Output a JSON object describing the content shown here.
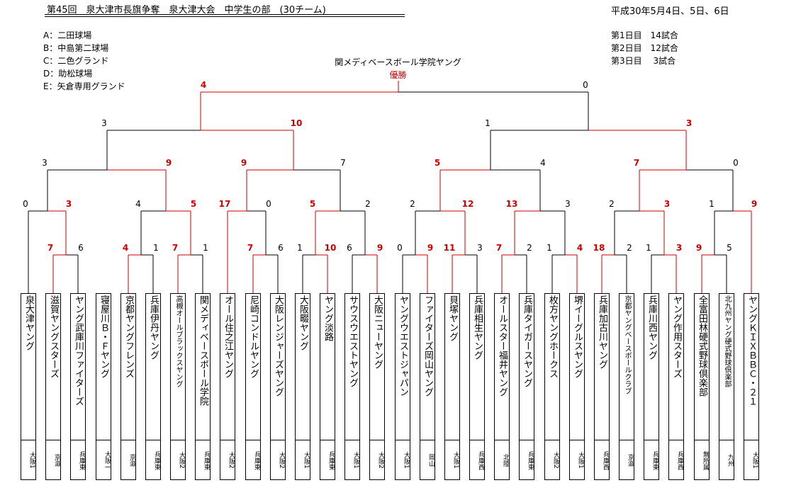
{
  "header": {
    "title": "第45回　泉大津市長旗争奪　泉大津大会　中学生の部　(30チーム)",
    "dates": "平成30年5月4日、5日、6日"
  },
  "venues": [
    "A：二田球場",
    "B：中島第二球場",
    "C：二色グランド",
    "D：助松球場",
    "E：矢倉専用グランド"
  ],
  "schedule": [
    "第1日目　14試合",
    "第2日目　12試合",
    "第3日目　 3試合"
  ],
  "champion": {
    "name": "関メディベースボール学院ヤング",
    "label": "優勝"
  },
  "teams": [
    {
      "name": "泉大津ヤング",
      "region": "大阪1"
    },
    {
      "name": "滋賀ヤングスターズ",
      "region": "京滋"
    },
    {
      "name": "ヤング武庫川ファイターズ",
      "region": "兵庫東"
    },
    {
      "name": "寝屋川Ｂ・Ｆヤング",
      "region": "大阪一"
    },
    {
      "name": "京都ヤングフレンズ",
      "region": "京滋"
    },
    {
      "name": "兵庫伊丹ヤング",
      "region": "兵庫東"
    },
    {
      "name": "高槻オールブラックスヤング",
      "region": "大阪2"
    },
    {
      "name": "関メディベースボール学院",
      "region": "兵庫東"
    },
    {
      "name": "オール住之江ヤング",
      "region": "大阪2"
    },
    {
      "name": "尼崎コンドルヤング",
      "region": "兵庫東"
    },
    {
      "name": "大阪レンジャーズヤング",
      "region": "大阪2"
    },
    {
      "name": "大阪畷ヤング",
      "region": "大阪1"
    },
    {
      "name": "ヤング淡路",
      "region": "兵庫東"
    },
    {
      "name": "サウスウエストヤング",
      "region": "大阪1"
    },
    {
      "name": "大阪ニューヤング",
      "region": "大阪2"
    },
    {
      "name": "ヤングウエストジャパン",
      "region": "大阪1"
    },
    {
      "name": "ファイターズ岡山ヤング",
      "region": "岡山"
    },
    {
      "name": "貝塚ヤング",
      "region": "大阪1"
    },
    {
      "name": "兵庫相生ヤング",
      "region": "兵庫西"
    },
    {
      "name": "オールスター福井ヤング",
      "region": "北陸"
    },
    {
      "name": "兵庫タイガースヤング",
      "region": "兵庫東"
    },
    {
      "name": "枚方ヤングホークス",
      "region": "大阪2"
    },
    {
      "name": "堺イーグルスヤング",
      "region": "大阪1"
    },
    {
      "name": "兵庫加古川ヤング",
      "region": "兵庫西"
    },
    {
      "name": "京都ヤングベースボールクラブ",
      "region": "京滋"
    },
    {
      "name": "兵庫川西ヤング",
      "region": "兵庫東"
    },
    {
      "name": "ヤング作用スターズ",
      "region": "兵庫西"
    },
    {
      "name": "全富田林硬式野球倶楽部",
      "region": "無所属"
    },
    {
      "name": "北九州ヤング硬式野球倶楽部",
      "region": "九州"
    },
    {
      "name": "ヤングＫＩＸＢＢＣ・２１",
      "region": "大阪1"
    }
  ],
  "scores": {
    "r1": [
      [
        "7",
        "6"
      ],
      [
        "4",
        "1"
      ],
      [
        "7",
        "1"
      ],
      [
        "7",
        "6"
      ],
      [
        "1",
        "10"
      ],
      [
        "6",
        "9"
      ],
      [
        "0",
        "9"
      ],
      [
        "11",
        "3"
      ],
      [
        "7",
        "2"
      ],
      [
        "1",
        "4"
      ],
      [
        "18",
        "2"
      ],
      [
        "1",
        "3"
      ],
      [
        "9",
        "5"
      ]
    ],
    "r2": [
      [
        "0",
        "3"
      ],
      [
        "4",
        "5"
      ],
      [
        "17",
        "0"
      ],
      [
        "5",
        "2"
      ],
      [
        "2",
        "12"
      ],
      [
        "13",
        "3"
      ],
      [
        "2",
        "3"
      ],
      [
        "1",
        "9"
      ]
    ],
    "r3": [
      [
        "3",
        "9"
      ],
      [
        "9",
        "7"
      ],
      [
        "5",
        "4"
      ],
      [
        "7",
        "0"
      ]
    ],
    "qf": [
      [
        "3",
        "10"
      ],
      [
        "1",
        "3"
      ]
    ],
    "final": [
      "4",
      "0"
    ]
  },
  "colors": {
    "winner": "#cc0000",
    "line": "#000000"
  }
}
